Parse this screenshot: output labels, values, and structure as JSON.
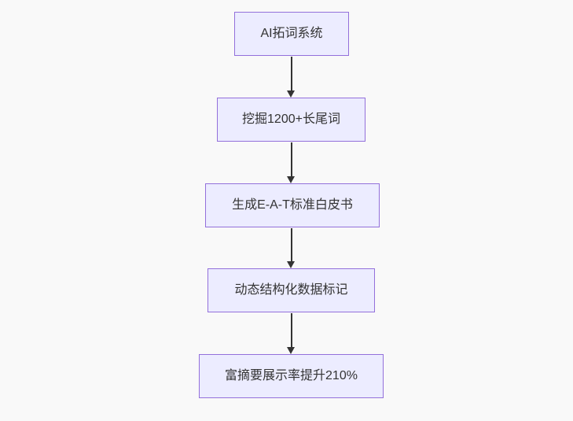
{
  "flowchart": {
    "type": "flowchart",
    "direction": "top-down",
    "nodes": [
      "AI拓词系统",
      "挖掘1200+长尾词",
      "生成E-A-T标准白皮书",
      "动态结构化数据标记",
      "富摘要展示率提升210%"
    ],
    "edges": [
      {
        "from": "AI拓词系统",
        "to": "挖掘1200+长尾词"
      },
      {
        "from": "挖掘1200+长尾词",
        "to": "生成E-A-T标准白皮书"
      },
      {
        "from": "生成E-A-T标准白皮书",
        "to": "动态结构化数据标记"
      },
      {
        "from": "动态结构化数据标记",
        "to": "富摘要展示率提升210%"
      }
    ],
    "colors": {
      "background": "#f9f9f9",
      "node_fill": "#ececff",
      "node_border": "#9370db",
      "node_text": "#333333",
      "arrow": "#333333"
    }
  }
}
